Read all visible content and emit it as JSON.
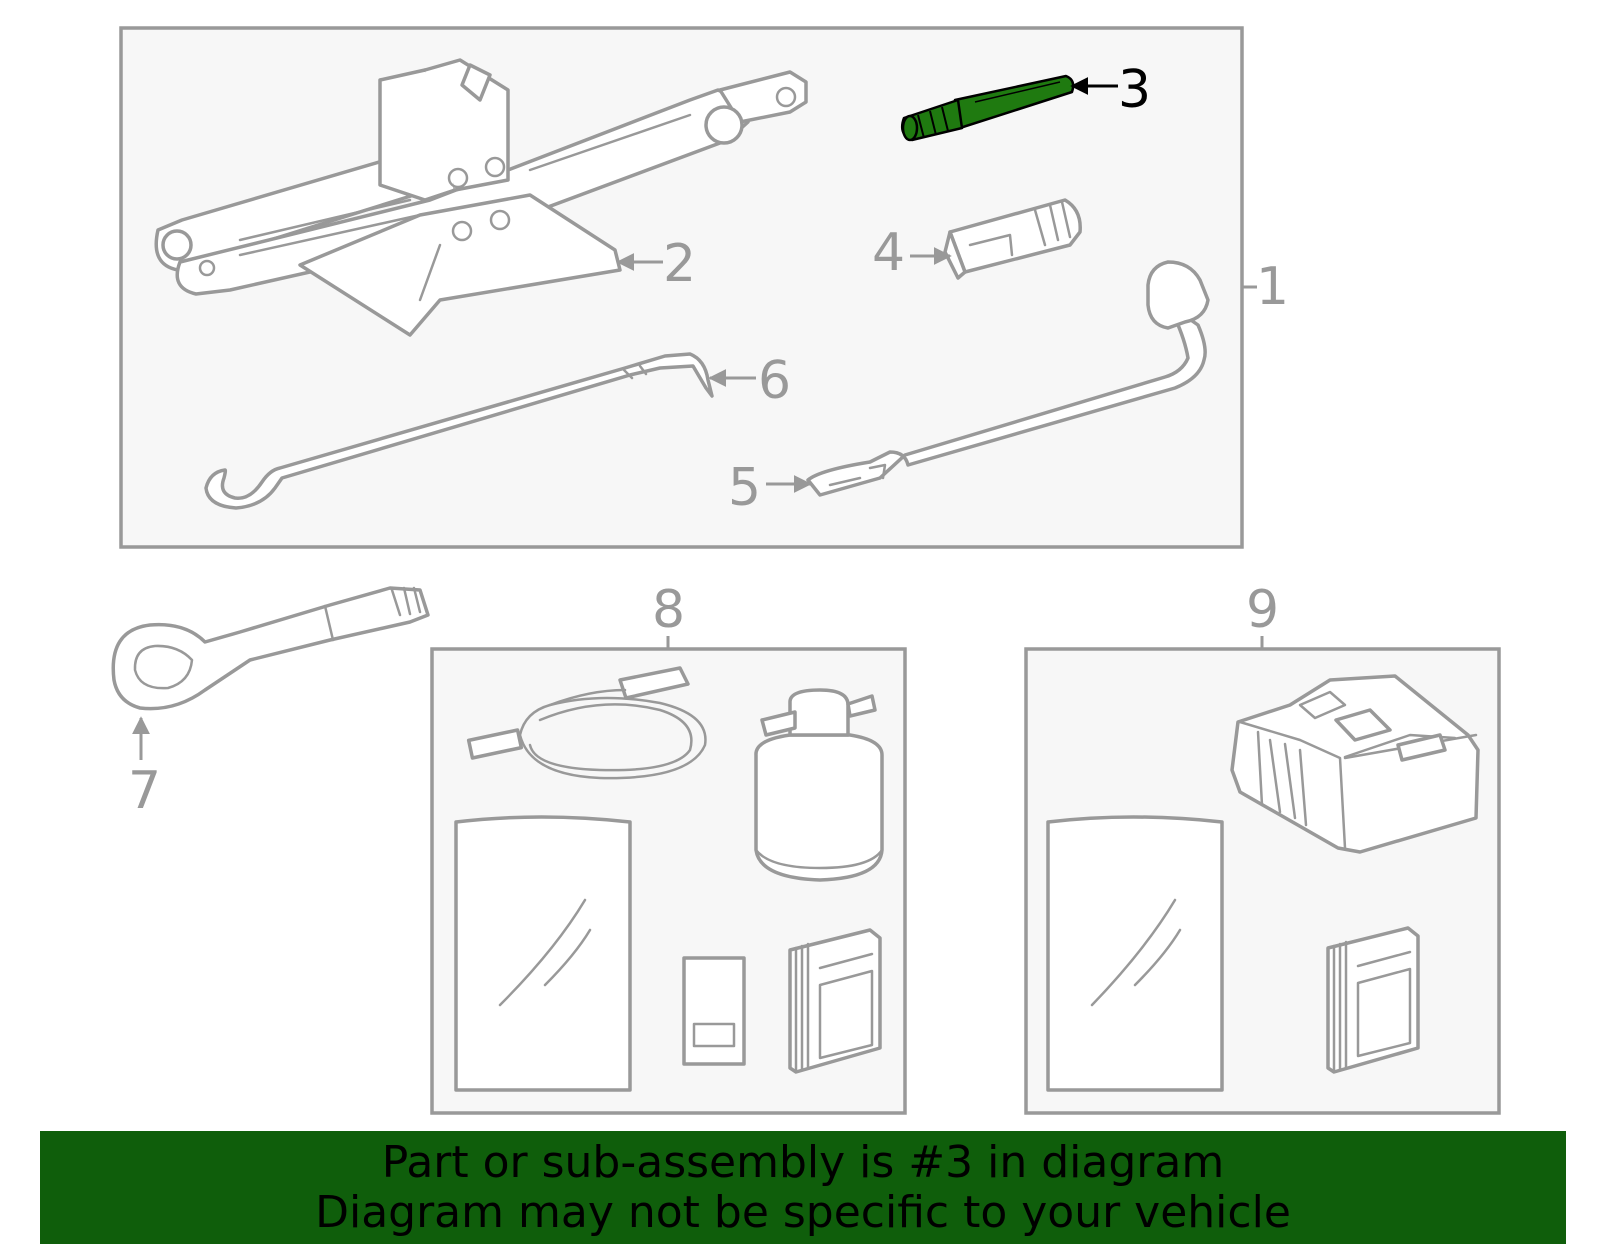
{
  "diagram": {
    "highlight_part": "3",
    "highlight_color": "#1f7a10",
    "line_color": "#999999",
    "callouts": {
      "c1": "1",
      "c2": "2",
      "c3": "3",
      "c4": "4",
      "c5": "5",
      "c6": "6",
      "c7": "7",
      "c8": "8",
      "c9": "9"
    }
  },
  "banner": {
    "line1": "Part or sub-assembly is #3 in diagram",
    "line2": "Diagram may not be specific to your vehicle",
    "background": "#0f5e0b"
  }
}
